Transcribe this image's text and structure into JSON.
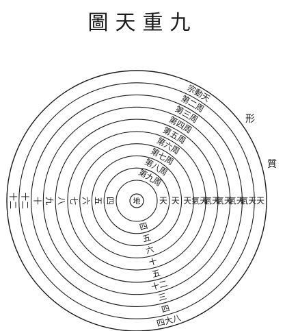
{
  "title": "圖天重九",
  "colors": {
    "ink": "#1a1a1a",
    "paper": "#ffffff"
  },
  "center": {
    "label": "地"
  },
  "side_labels": [
    "形",
    "質"
  ],
  "rings": [
    {
      "top_arc": "宗動天",
      "right": "天",
      "bottom_arc": "四大八",
      "left": "十二"
    },
    {
      "top_arc": "第二周",
      "right": "氣天",
      "bottom_arc": "四",
      "left": "十二"
    },
    {
      "top_arc": "第三周",
      "right": "氣天",
      "bottom_arc": "三",
      "left": "十"
    },
    {
      "top_arc": "第四周",
      "right": "氣天",
      "bottom_arc": "十二",
      "left": "九"
    },
    {
      "top_arc": "第五周",
      "right": "氣天",
      "bottom_arc": "五",
      "left": "八"
    },
    {
      "top_arc": "第六周",
      "right": "氣天",
      "bottom_arc": "十",
      "left": "七"
    },
    {
      "top_arc": "第七周",
      "right": "天",
      "bottom_arc": "六",
      "left": "六"
    },
    {
      "top_arc": "第八周",
      "right": "天",
      "bottom_arc": "五",
      "left": "五"
    },
    {
      "top_arc": "第九周",
      "right": "天",
      "bottom_arc": "四",
      "left": "四"
    }
  ]
}
